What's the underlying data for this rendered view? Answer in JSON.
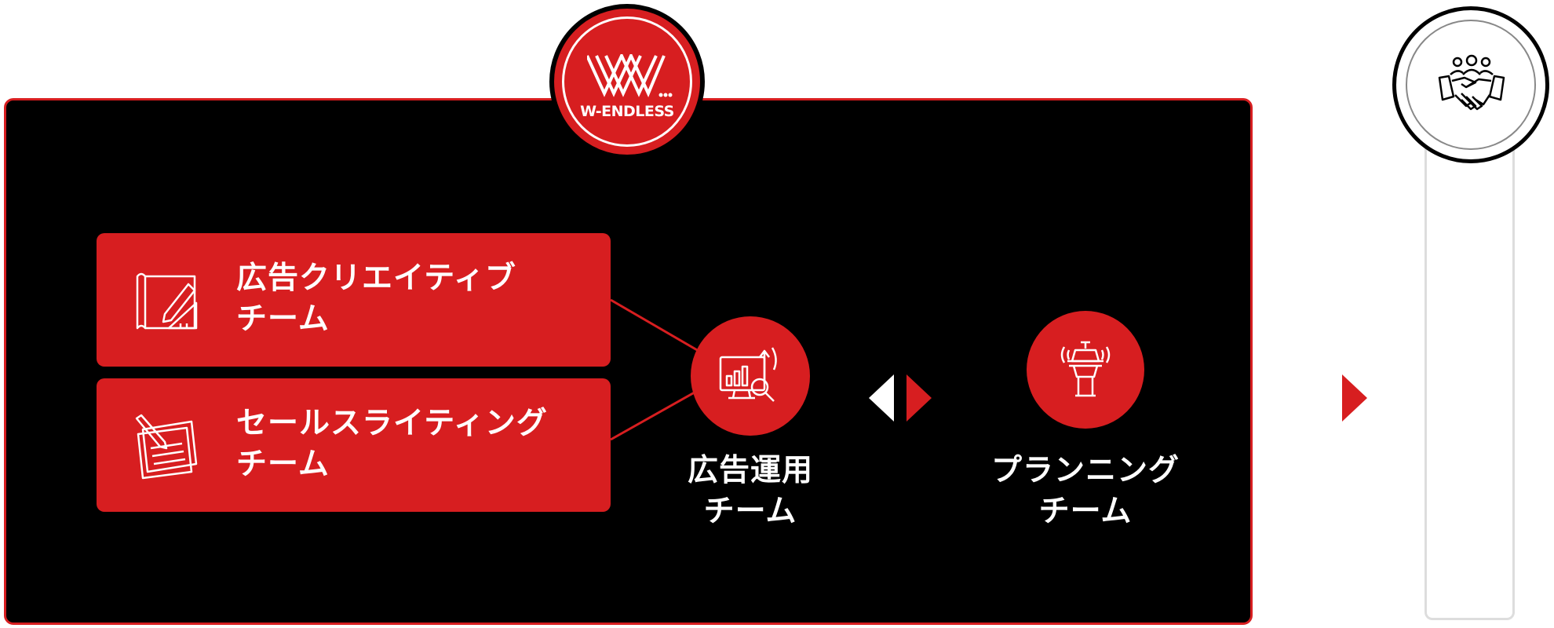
{
  "logo": {
    "text": "W-ENDLESS",
    "icon": "w-endless-logo-icon"
  },
  "teams": {
    "creative": {
      "label_line1": "広告クリエイティブ",
      "label_line2": "チーム",
      "icon": "blueprint-pencil-icon"
    },
    "sales": {
      "label_line1": "セールスライティング",
      "label_line2": "チーム",
      "icon": "notepad-pen-icon"
    }
  },
  "operations": {
    "label_line1": "広告運用",
    "label_line2": "チーム",
    "icon": "analytics-monitor-icon"
  },
  "planning": {
    "label_line1": "プランニング",
    "label_line2": "チーム",
    "icon": "control-tower-icon"
  },
  "partner": {
    "icon": "handshake-team-icon"
  },
  "colors": {
    "accent": "#d71e20",
    "panel": "#000000",
    "text": "#ffffff"
  }
}
